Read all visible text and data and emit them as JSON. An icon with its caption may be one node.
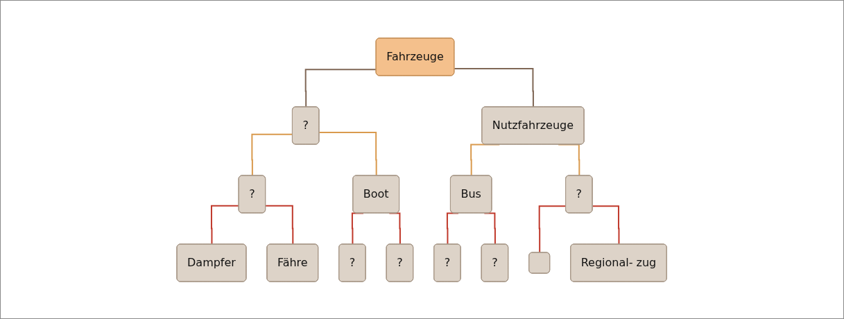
{
  "diagram": {
    "nodes": [
      {
        "text": [
          "Fahrzeuge"
        ]
      },
      {
        "text": [
          "?"
        ]
      },
      {
        "text": [
          "Nutzfahrzeuge"
        ]
      },
      {
        "text": [
          "?"
        ]
      },
      {
        "text": [
          "Boot"
        ]
      },
      {
        "text": [
          "Bus"
        ]
      },
      {
        "text": [
          "?"
        ]
      },
      {
        "text": [
          "Dampfer"
        ]
      },
      {
        "text": [
          "Fähre"
        ]
      },
      {
        "text": [
          "?"
        ]
      },
      {
        "text": [
          "?"
        ]
      },
      {
        "text": [
          "?"
        ]
      },
      {
        "text": [
          "?"
        ]
      },
      {
        "text": [],
        "shape": "box"
      },
      {
        "text": [
          "Regional- zug"
        ]
      }
    ],
    "edges": [
      {
        "from": 0,
        "to": 1,
        "arrow": "none",
        "color": "#7f6756"
      },
      {
        "from": 0,
        "to": 2,
        "arrow": "none",
        "color": "#7f6756"
      },
      {
        "from": 1,
        "to": 3,
        "arrow": "none",
        "color": "#d99a4e"
      },
      {
        "from": 1,
        "to": 4,
        "arrow": "none",
        "color": "#d99a4e"
      },
      {
        "from": 2,
        "to": 5,
        "arrow": "none",
        "color": "#d99a4e"
      },
      {
        "from": 2,
        "to": 6,
        "arrow": "none",
        "color": "#d99a4e"
      },
      {
        "from": 3,
        "to": 7,
        "arrow": "none"
      },
      {
        "from": 3,
        "to": 8,
        "arrow": "none"
      },
      {
        "from": 4,
        "to": 9,
        "arrow": "none"
      },
      {
        "from": 4,
        "to": 10,
        "arrow": "none"
      },
      {
        "from": 5,
        "to": 11,
        "arrow": "none"
      },
      {
        "from": 5,
        "to": 12,
        "arrow": "none"
      },
      {
        "from": 6,
        "to": 13,
        "arrow": "none"
      },
      {
        "from": 6,
        "to": 14,
        "arrow": "none"
      }
    ]
  }
}
